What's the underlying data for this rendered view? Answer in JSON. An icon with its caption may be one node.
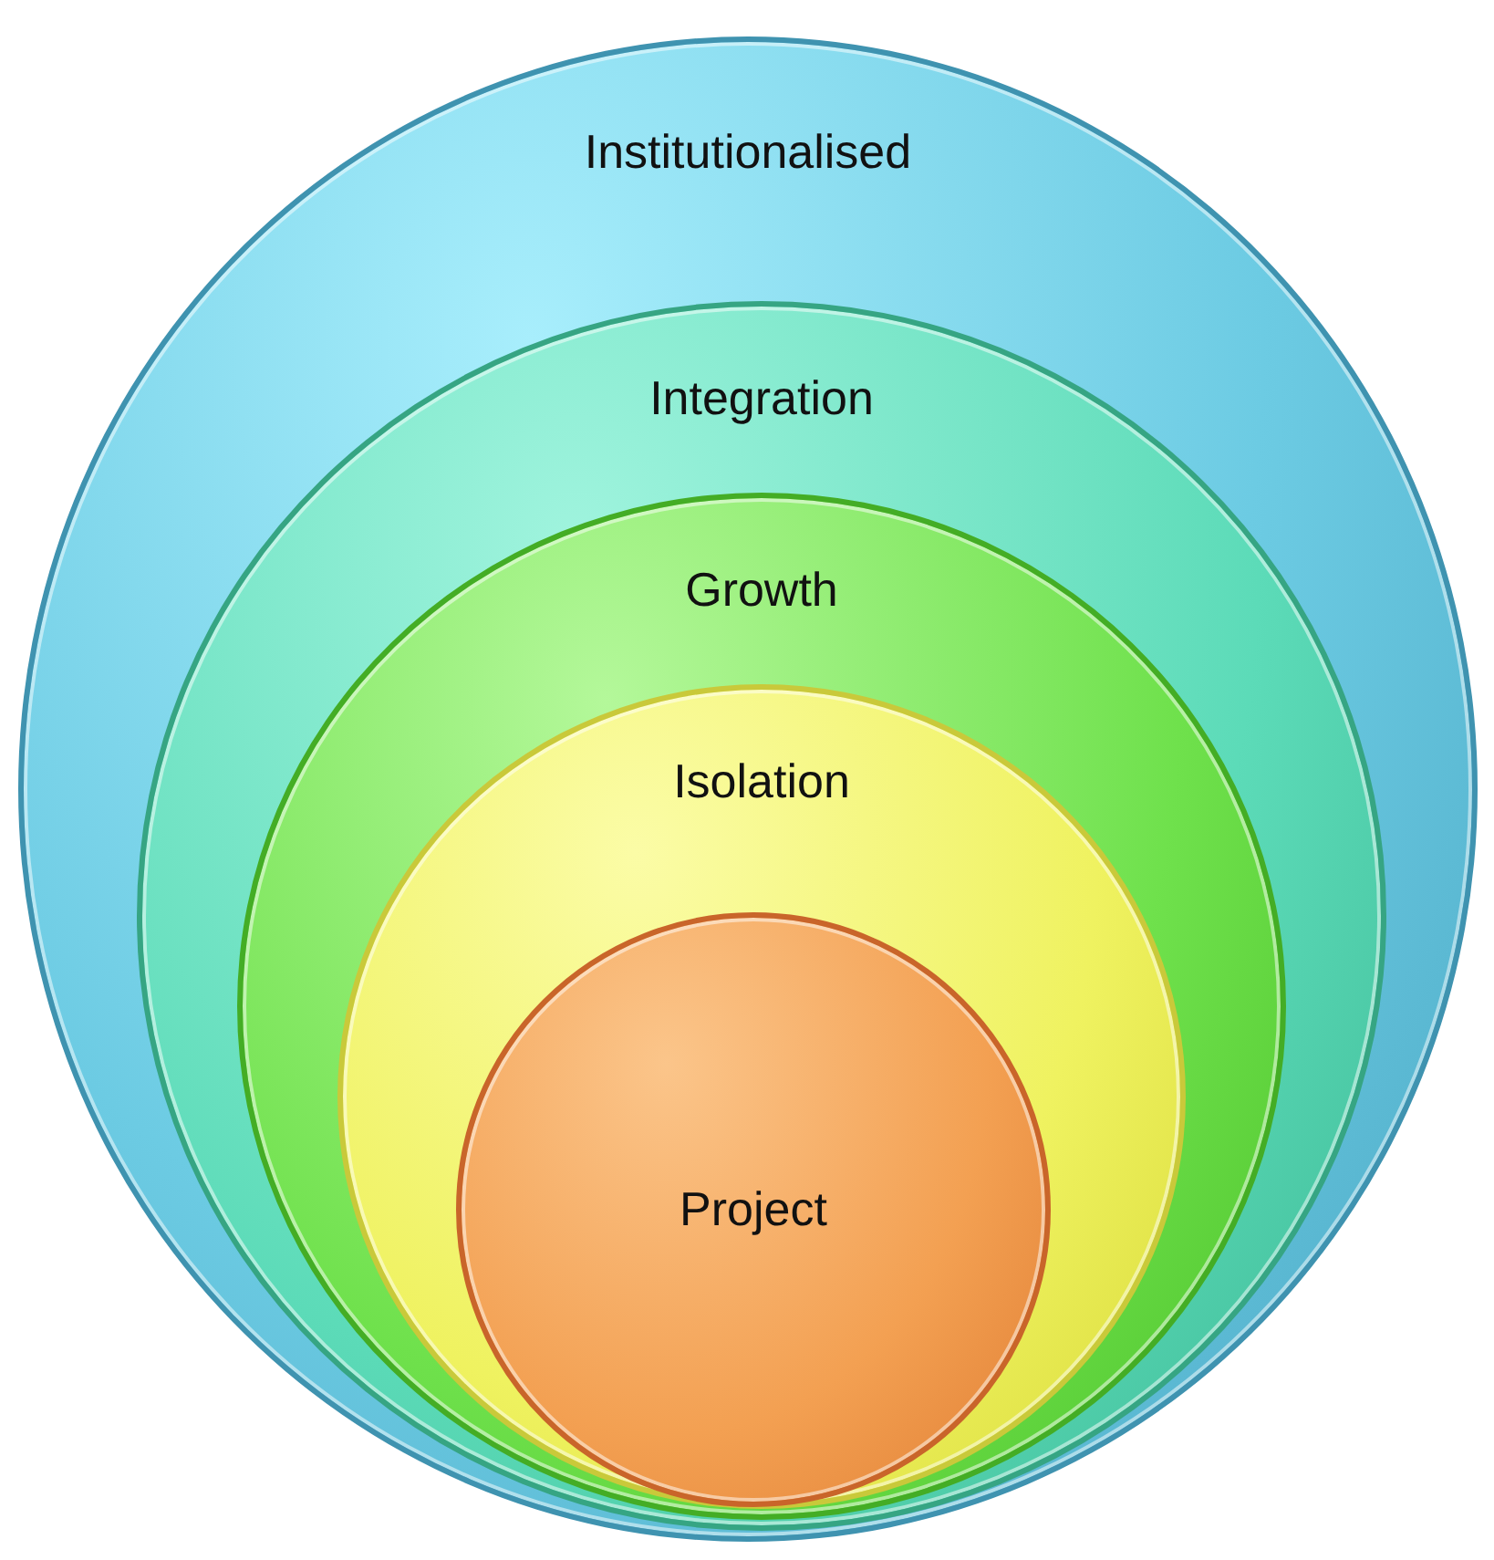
{
  "diagram": {
    "nodes": [
      {
        "text": [
          "Institutionalised"
        ]
      },
      {
        "text": [
          "Integration"
        ],
        "in": 0
      },
      {
        "text": [
          "Growth"
        ],
        "in": 1
      },
      {
        "text": [
          "Isolation"
        ],
        "in": 2
      },
      {
        "text": [
          "Project"
        ],
        "in": 3
      }
    ]
  }
}
